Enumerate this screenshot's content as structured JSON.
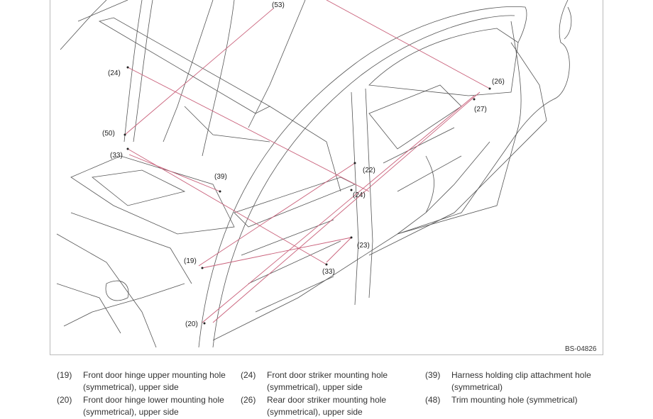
{
  "diagram": {
    "callouts": [
      {
        "id": "c53",
        "text": "(53)"
      },
      {
        "id": "c24a",
        "text": "(24)"
      },
      {
        "id": "c26",
        "text": "(26)"
      },
      {
        "id": "c27",
        "text": "(27)"
      },
      {
        "id": "c50",
        "text": "(50)"
      },
      {
        "id": "c33a",
        "text": "(33)"
      },
      {
        "id": "c39",
        "text": "(39)"
      },
      {
        "id": "c22",
        "text": "(22)"
      },
      {
        "id": "c24b",
        "text": "(24)"
      },
      {
        "id": "c23",
        "text": "(23)"
      },
      {
        "id": "c19",
        "text": "(19)"
      },
      {
        "id": "c33b",
        "text": "(33)"
      },
      {
        "id": "c20",
        "text": "(20)"
      }
    ],
    "figure_code": "BS-04826",
    "leader_color": "#c9607a"
  },
  "legend": {
    "columns": [
      [
        {
          "num": "(19)",
          "text": "Front door hinge upper mounting hole (symmetrical), upper side"
        },
        {
          "num": "(20)",
          "text": "Front door hinge lower mounting hole (symmetrical), upper side"
        }
      ],
      [
        {
          "num": "(24)",
          "text": "Front door striker mounting hole (symmetrical), upper side"
        },
        {
          "num": "(26)",
          "text": "Rear door striker mounting hole (symmetrical), upper side"
        }
      ],
      [
        {
          "num": "(39)",
          "text": "Harness holding clip attachment hole (symmetrical)"
        },
        {
          "num": "(48)",
          "text": "Trim mounting hole (symmetrical)"
        }
      ]
    ]
  }
}
